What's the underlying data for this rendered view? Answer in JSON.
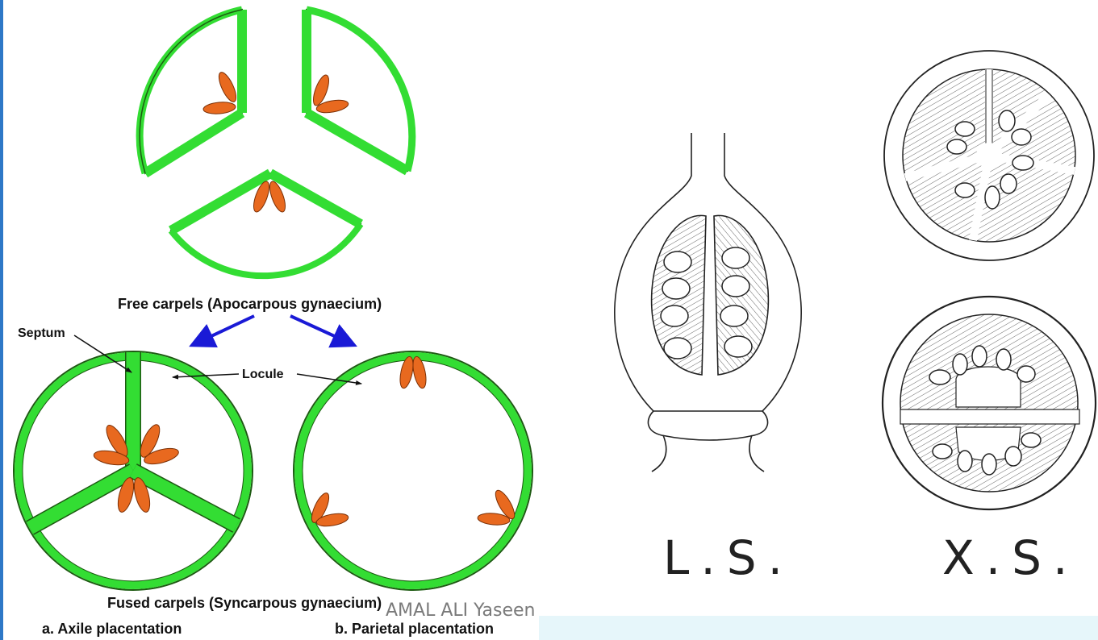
{
  "left_figure": {
    "top_caption": "Free carpels (Apocarpous gynaecium)",
    "label_septum": "Septum",
    "label_locule": "Locule",
    "bottom_caption": "Fused carpels (Syncarpous gynaecium)",
    "sub_a": "a. Axile placentation",
    "sub_b": "b. Parietal placentation"
  },
  "right_figure": {
    "ls_label": "L.S.",
    "xs_label": "X.S."
  },
  "footer": {
    "author": "AMAL ALI Yaseen"
  },
  "colors": {
    "carpel_wall": "#33dd33",
    "ovule": "#e8691f",
    "arrow": "#1a1ad6",
    "footer_band": "#e6f6fa"
  }
}
